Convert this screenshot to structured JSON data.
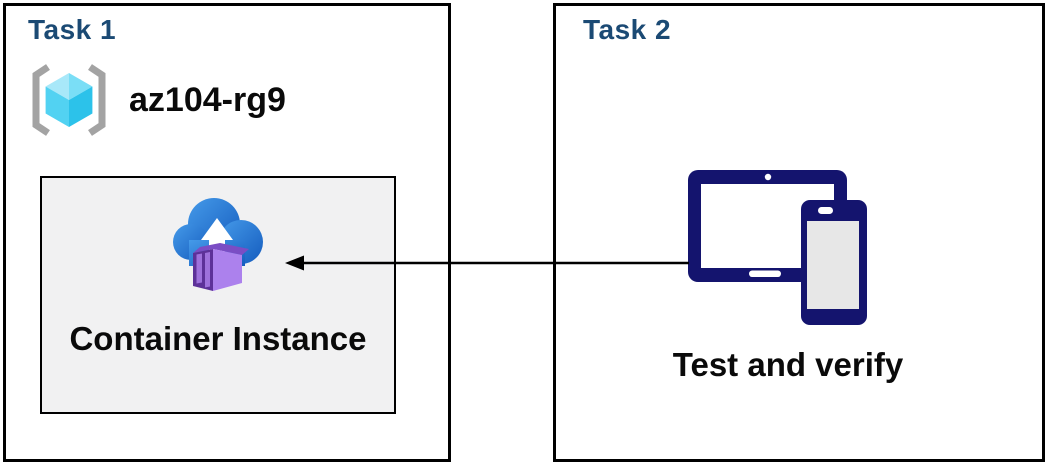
{
  "task1": {
    "title": "Task 1",
    "resource_group": {
      "name": "az104-rg9",
      "icon": "resource-group-icon"
    },
    "container": {
      "label": "Container Instance",
      "icon": "container-instance-icon"
    }
  },
  "task2": {
    "title": "Task 2",
    "label": "Test and verify",
    "icon": "tablet-phone-devices-icon"
  },
  "arrow": {
    "from": "task2-devices",
    "to": "task1-container-instance",
    "direction": "left"
  },
  "colors": {
    "title_blue": "#1b4a74",
    "box_border": "#000000",
    "inner_box_fill": "#f1f1f2",
    "text_black": "#0a0a0a",
    "bracket_gray": "#a3a3a3",
    "cube_top_left": "#a8e8f9",
    "cube_top_right": "#7adef6",
    "cube_bottom_left": "#52d2f2",
    "cube_bottom_right": "#2cc2ea",
    "cloud_blue_light": "#459ae9",
    "cloud_blue_dark": "#155cbe",
    "container_top": "#7b4dc4",
    "container_front": "#5d3199",
    "container_panel": "#9e71dc",
    "container_side": "#ac81ed",
    "device_navy": "#14146e",
    "device_screen_gray": "#e7e7e7"
  }
}
